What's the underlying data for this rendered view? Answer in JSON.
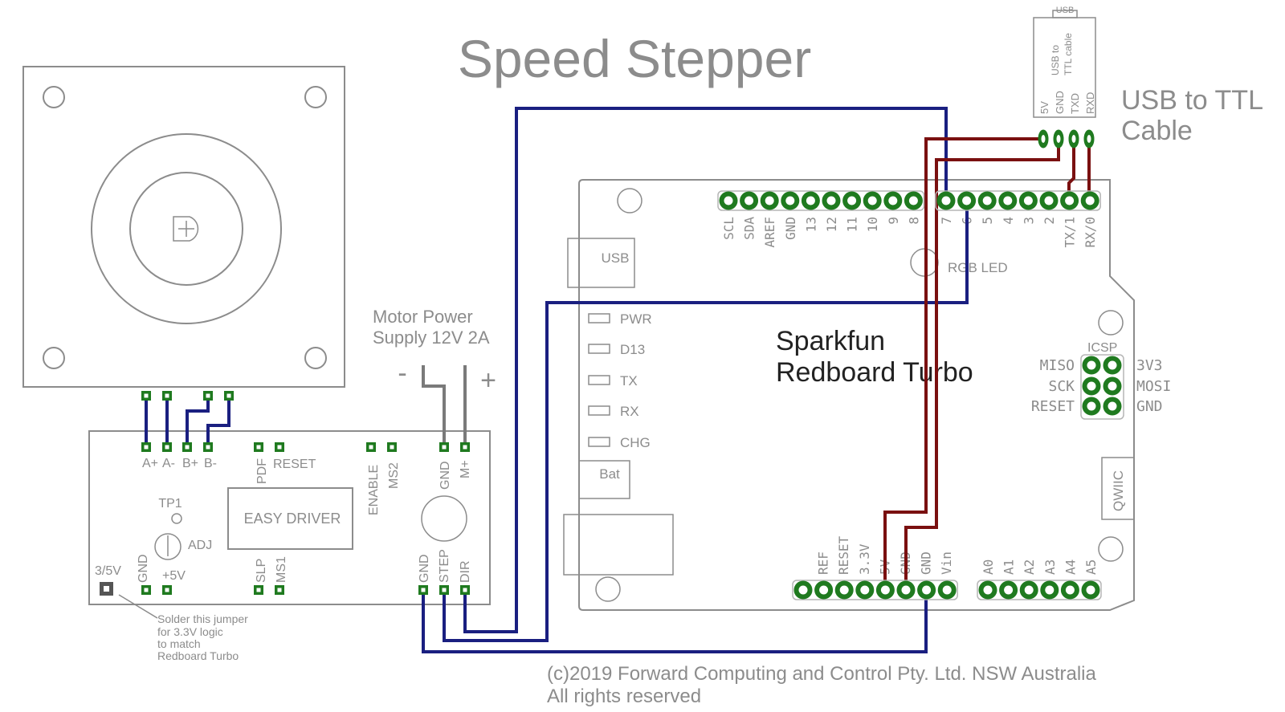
{
  "title": "Speed Stepper",
  "usb_cable": {
    "top_label": "USB",
    "body_label_1": "USB to",
    "body_label_2": "TTL cable",
    "pins": [
      "5V",
      "GND",
      "TXD",
      "RXD"
    ],
    "caption_1": "USB to TTL",
    "caption_2": "Cable"
  },
  "motor_power": {
    "line1": "Motor Power",
    "line2": "Supply 12V 2A",
    "minus": "-",
    "plus": "+"
  },
  "easy_driver": {
    "name": "EASY DRIVER",
    "motor_pins": [
      "A+",
      "A-",
      "B+",
      "B-"
    ],
    "pdf": "PDF",
    "reset": "RESET",
    "enable": "ENABLE",
    "ms2": "MS2",
    "gnd_top": "GND",
    "m_plus": "M+",
    "tp1": "TP1",
    "adj": "ADJ",
    "gnd_left": "GND",
    "plus5v": "+5V",
    "v35": "3/5V",
    "slp": "SLP",
    "ms1": "MS1",
    "gnd_bottom": "GND",
    "step": "STEP",
    "dir": "DIR"
  },
  "jumper_note": [
    "Solder this jumper",
    "for 3.3V logic",
    "to match",
    "Redboard Turbo"
  ],
  "redboard": {
    "name_line1": "Sparkfun",
    "name_line2": "Redboard Turbo",
    "usb": "USB",
    "rgb_led": "RGB LED",
    "leds": [
      "PWR",
      "D13",
      "TX",
      "RX",
      "CHG"
    ],
    "bat": "Bat",
    "qwiic": "QWIIC",
    "icsp": "ICSP",
    "icsp_left": [
      "MISO",
      "SCK",
      "RESET"
    ],
    "icsp_right": [
      "3V3",
      "MOSI",
      "GND"
    ],
    "top_header_left": [
      "SCL",
      "SDA",
      "AREF",
      "GND",
      "13",
      "12",
      "11",
      "10",
      "9",
      "8"
    ],
    "top_header_right": [
      "7",
      "6",
      "5",
      "4",
      "3",
      "2",
      "TX/1",
      "RX/0"
    ],
    "power_header": [
      "REF",
      "RESET",
      "3.3V",
      "5V",
      "GND",
      "GND",
      "Vin"
    ],
    "analog_header": [
      "A0",
      "A1",
      "A2",
      "A3",
      "A4",
      "A5"
    ]
  },
  "copyright_line1": "(c)2019 Forward Computing and Control Pty. Ltd. NSW Australia",
  "copyright_line2": "All rights reserved",
  "colors": {
    "wire_blue": "#1a1f80",
    "wire_red": "#7a1010",
    "pad_green": "#1f7a1f",
    "outline_grey": "#8c8c8c"
  }
}
